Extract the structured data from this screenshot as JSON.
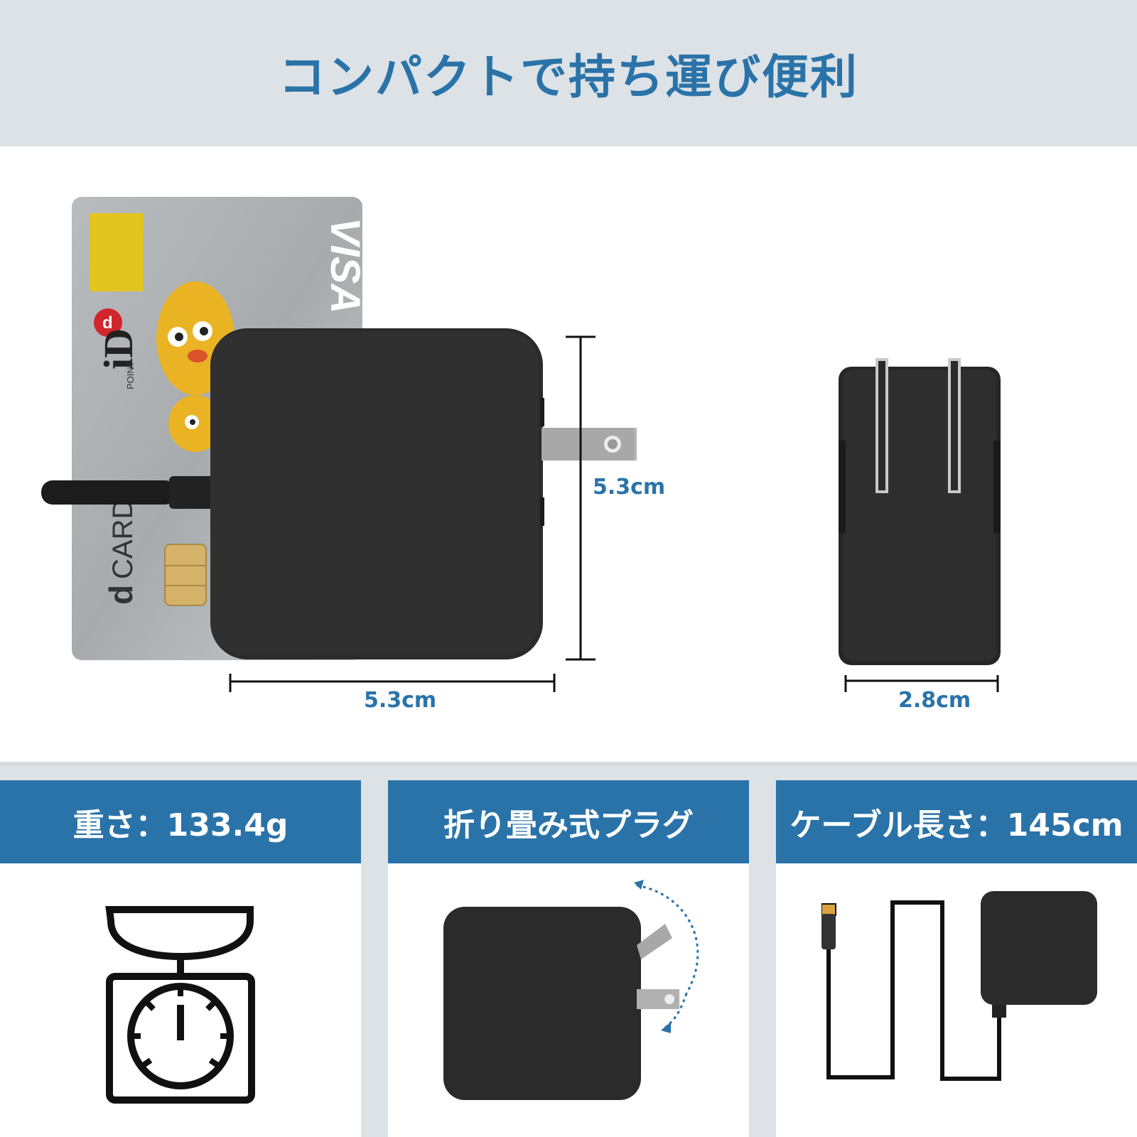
{
  "header": {
    "title": "コンパクトで持ち運び便利"
  },
  "hero": {
    "card": {
      "brand": "VISA",
      "id_logo": "iD",
      "point_text": "POINT",
      "d_logo": "d",
      "card_name": "CARD"
    },
    "dimensions": {
      "width": "5.3cm",
      "height": "5.3cm",
      "depth": "2.8cm"
    }
  },
  "features": [
    {
      "label": "重さ：133.4g",
      "icon": "scale-icon"
    },
    {
      "label": "折り畳み式プラグ",
      "icon": "folding-plug-icon"
    },
    {
      "label": "ケーブル長さ：145cm",
      "icon": "cable-icon"
    }
  ],
  "colors": {
    "accent": "#2a73a8",
    "header_bg": "#dde2e6",
    "charger": "#2b2b2b"
  }
}
